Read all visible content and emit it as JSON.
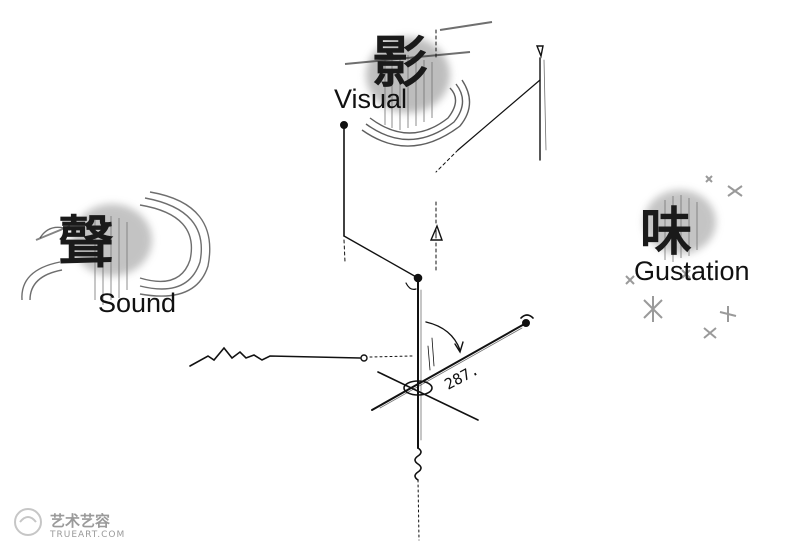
{
  "labels": {
    "visual": "Visual",
    "sound": "Sound",
    "gustation": "Gustation",
    "angle": "287."
  },
  "glyphs": {
    "visual": "影",
    "sound": "聲",
    "gustation": "味"
  },
  "watermark": {
    "brand": "艺术艺容",
    "site": "TRUEART.COM"
  },
  "colors": {
    "ink": "#111111",
    "smudge": "#8a8a8a",
    "cross": "#9a9a9a"
  }
}
